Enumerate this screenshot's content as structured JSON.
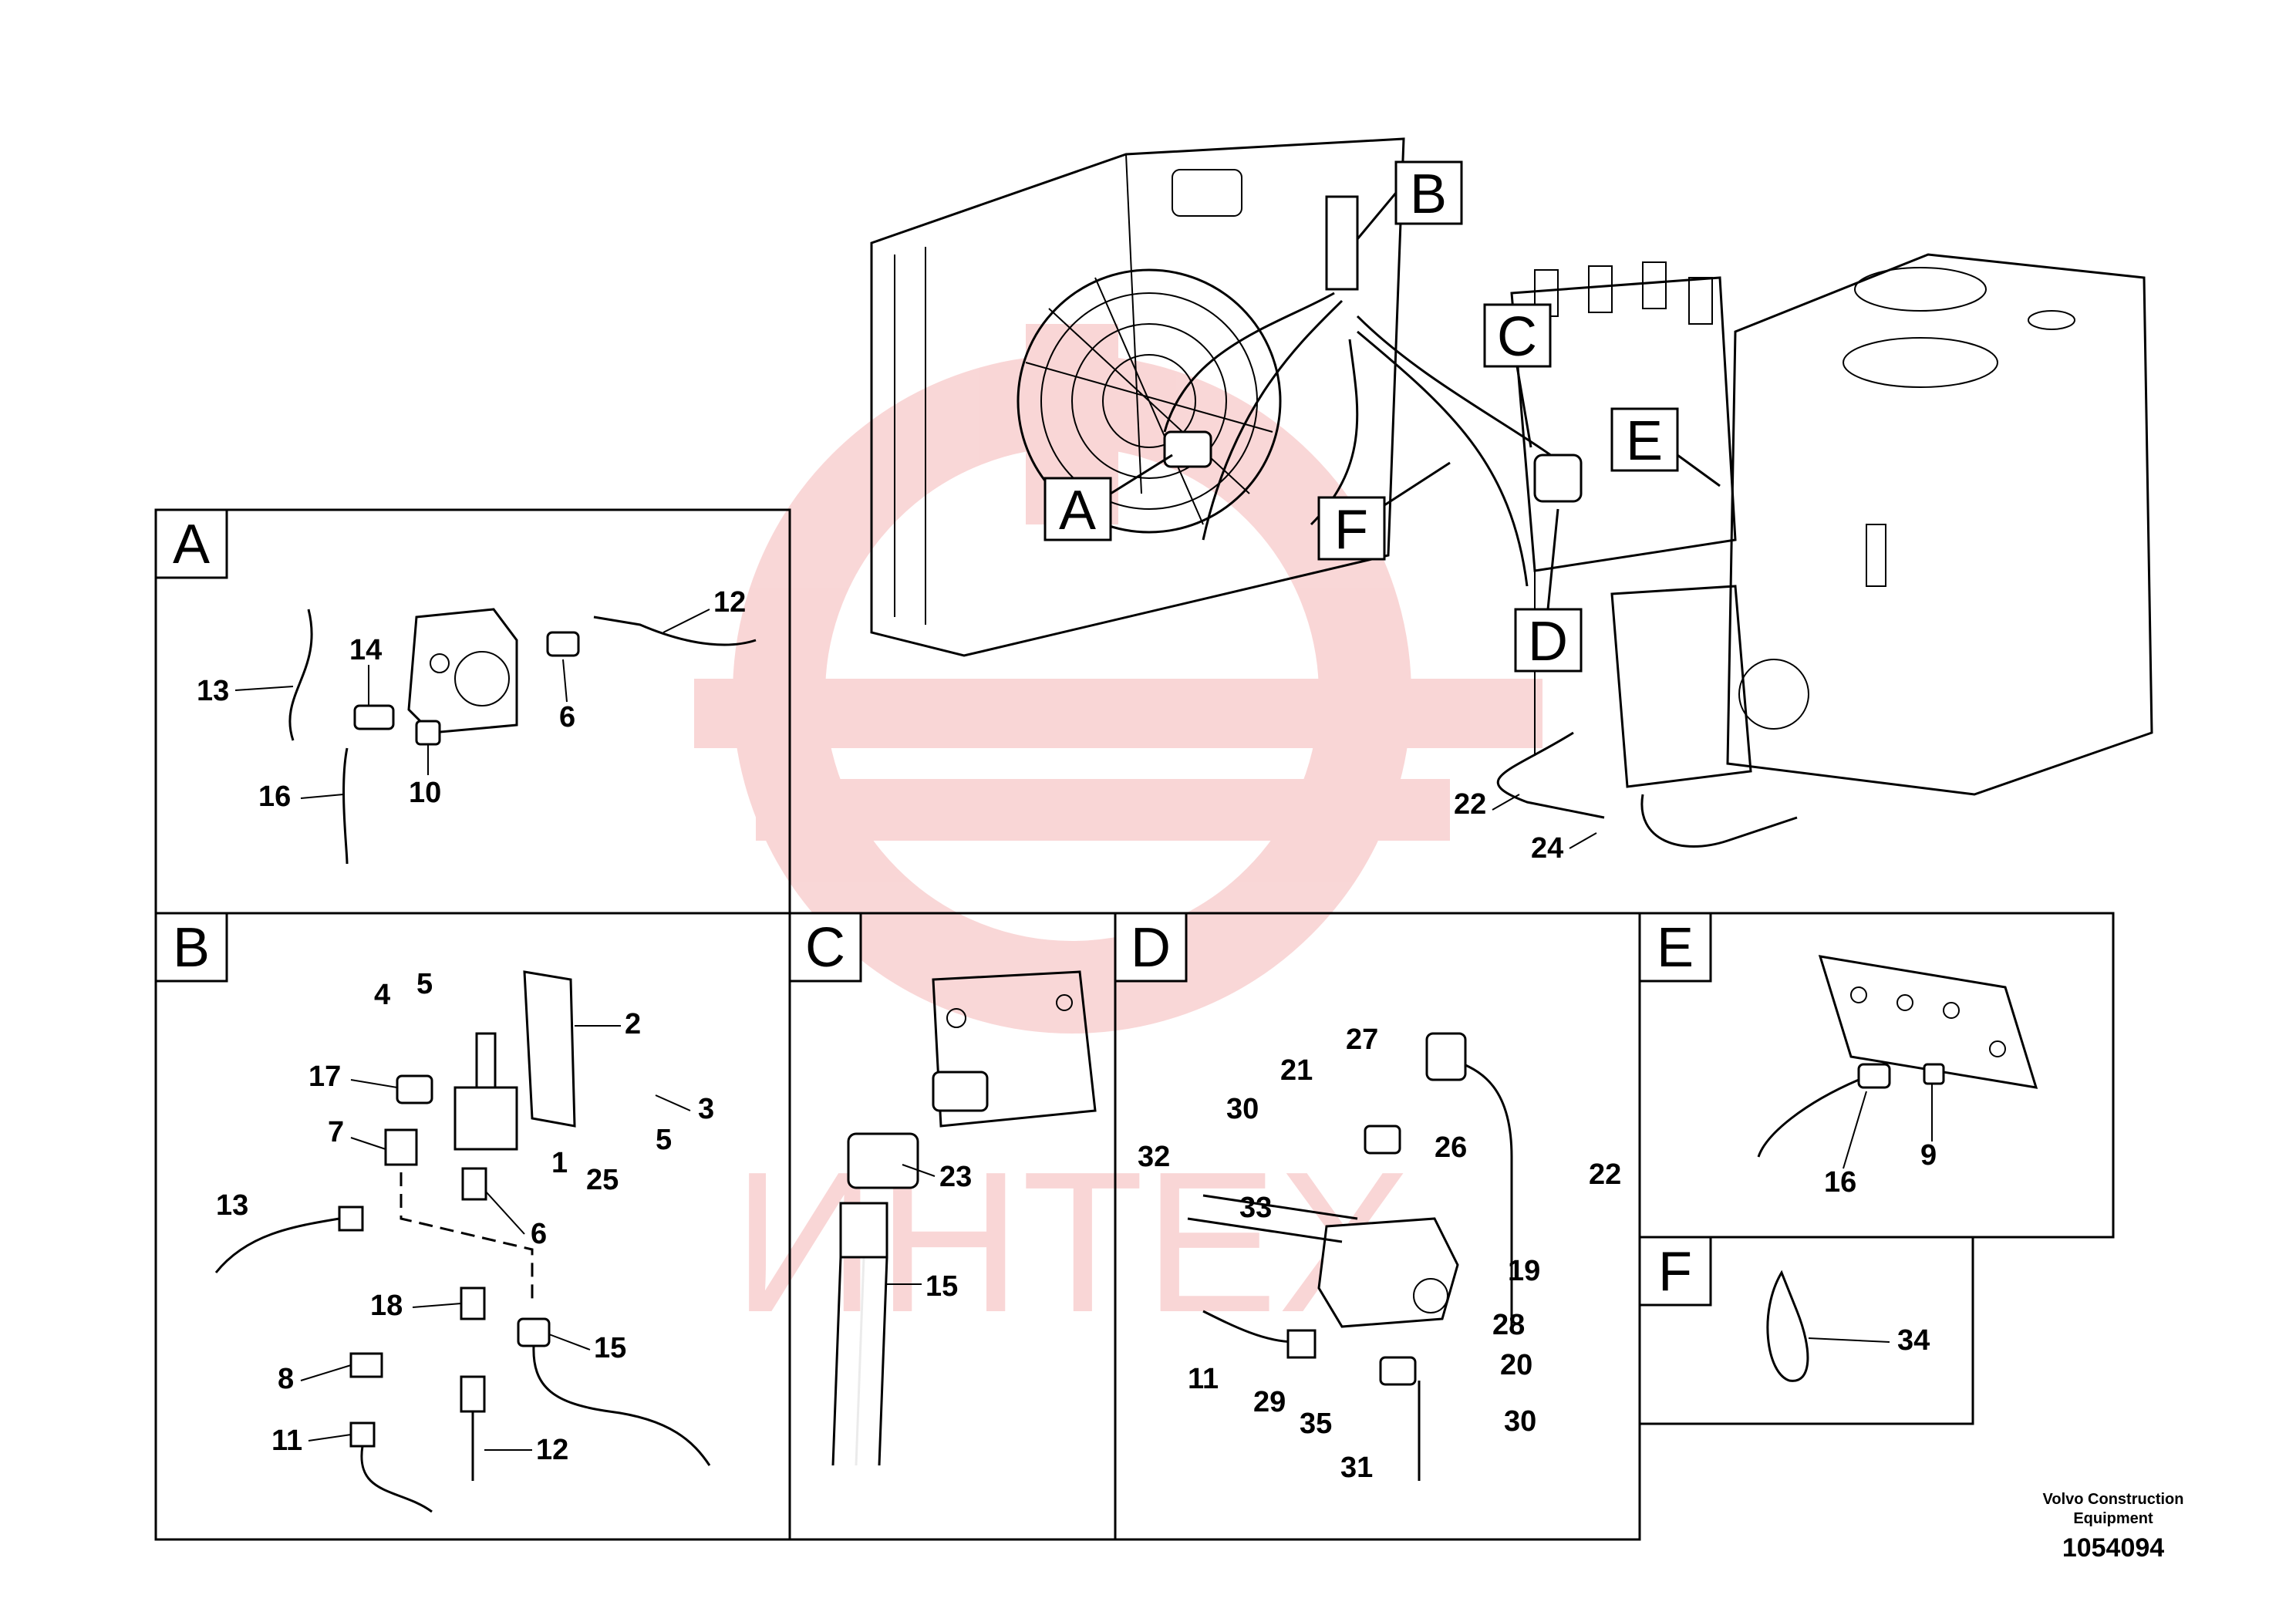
{
  "diagram": {
    "panels": [
      {
        "letter": "A"
      },
      {
        "letter": "B"
      },
      {
        "letter": "C"
      },
      {
        "letter": "D"
      },
      {
        "letter": "E"
      },
      {
        "letter": "F"
      }
    ],
    "overview_callouts": [
      "A",
      "B",
      "C",
      "D",
      "E",
      "F"
    ],
    "overview_labels": [
      "22",
      "24"
    ],
    "panel_a_labels": [
      "12",
      "13",
      "14",
      "6",
      "10",
      "16"
    ],
    "panel_b_labels": [
      "5",
      "4",
      "2",
      "17",
      "3",
      "7",
      "5",
      "25",
      "1",
      "13",
      "6",
      "18",
      "15",
      "8",
      "12",
      "11"
    ],
    "panel_c_labels": [
      "23",
      "15"
    ],
    "panel_d_labels": [
      "27",
      "21",
      "30",
      "26",
      "32",
      "22",
      "33",
      "19",
      "28",
      "11",
      "20",
      "29",
      "35",
      "30",
      "31"
    ],
    "panel_e_labels": [
      "16",
      "9"
    ],
    "panel_f_labels": [
      "34"
    ]
  },
  "watermark": {
    "text": "ИНТЕХ",
    "color": "#e02020"
  },
  "footer": {
    "company_line1": "Volvo Construction",
    "company_line2": "Equipment",
    "figure_number": "1054094"
  }
}
